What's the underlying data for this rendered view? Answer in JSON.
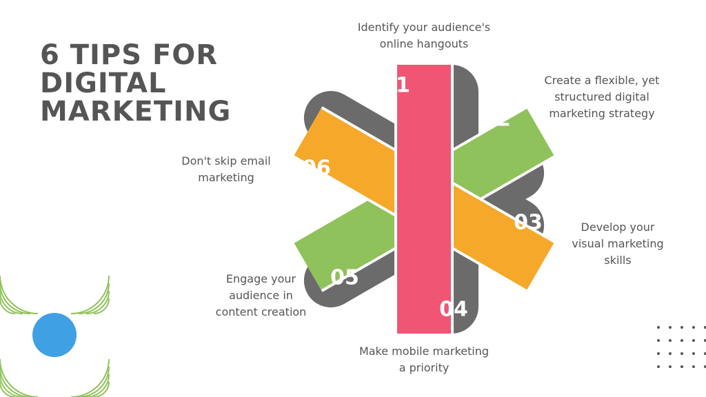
{
  "title_lines": [
    "6 TIPS FOR",
    "DIGITAL",
    "MARKETING"
  ],
  "tips": [
    {
      "number": "01",
      "lines": [
        "Identify your audience's",
        "online hangouts"
      ],
      "color": "#F05574"
    },
    {
      "number": "02",
      "lines": [
        "Create a flexible, yet",
        "structured digital",
        "marketing strategy"
      ],
      "color": "#8FC25A"
    },
    {
      "number": "03",
      "lines": [
        "Develop your",
        "visual marketing",
        "skills"
      ],
      "color": "#F5A82A"
    },
    {
      "number": "04",
      "lines": [
        "Make mobile marketing",
        "a priority"
      ],
      "color": "#F05574"
    },
    {
      "number": "05",
      "lines": [
        "Engage your",
        "audience in",
        "content creation"
      ],
      "color": "#8FC25A"
    },
    {
      "number": "06",
      "lines": [
        "Don't skip email",
        "marketing"
      ],
      "color": "#F5A82A"
    }
  ],
  "colors": {
    "text": "#555555",
    "grey_ribbon": "#6B6B6B",
    "decor_green": "#8FC25A",
    "decor_blue": "#3FA0E4",
    "dots": "#555555"
  }
}
